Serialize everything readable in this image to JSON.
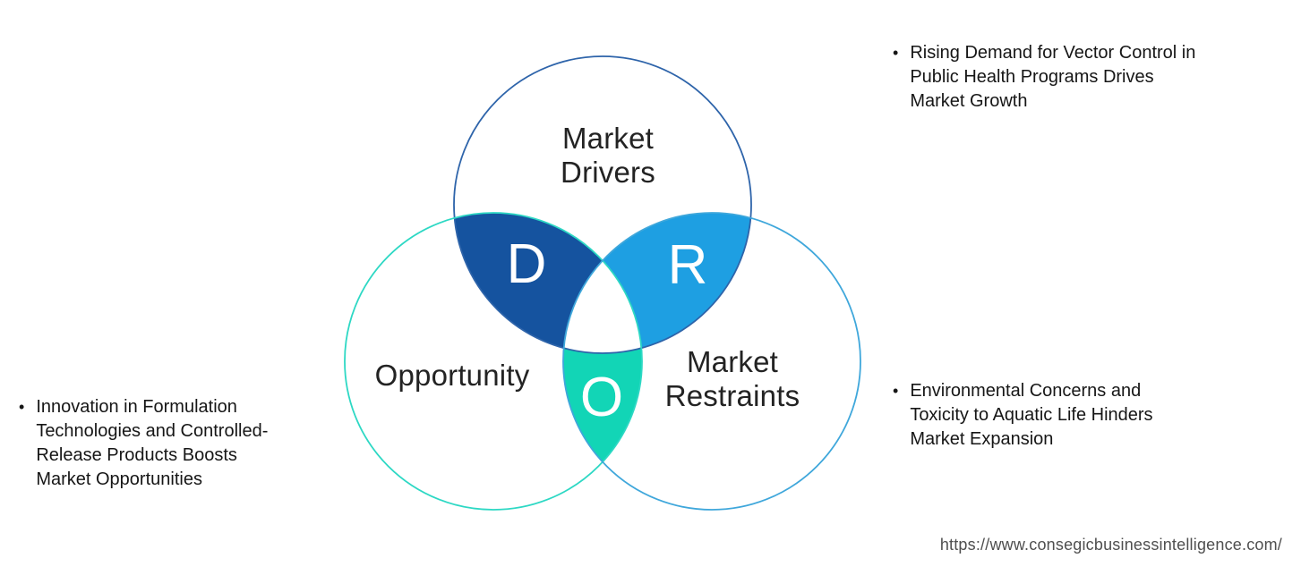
{
  "venn": {
    "center_fill": "#ffffff",
    "drivers": {
      "label": "Market Drivers",
      "letter": "D",
      "region_fill": "#15539f",
      "stroke": "#2e64aa"
    },
    "opportunity": {
      "label": "Opportunity",
      "letter": "O",
      "region_fill": "#12d5b6",
      "stroke": "#2dd8c4"
    },
    "restraints": {
      "label": "Market Restraints",
      "letter": "R",
      "region_fill": "#1e9fe2",
      "stroke": "#3fa7db"
    }
  },
  "notes": {
    "bullet_glyph": "•",
    "drivers_lines": [
      "Rising Demand for Vector Control in",
      "Public Health Programs Drives",
      "Market Growth"
    ],
    "restraints_lines": [
      "Environmental Concerns and",
      "Toxicity to Aquatic Life Hinders",
      "Market Expansion"
    ],
    "opportunity_lines": [
      "Innovation in Formulation",
      "Technologies and Controlled-",
      "Release Products Boosts",
      "Market Opportunities"
    ]
  },
  "footer": {
    "url": "https://www.consegicbusinessintelligence.com/"
  }
}
